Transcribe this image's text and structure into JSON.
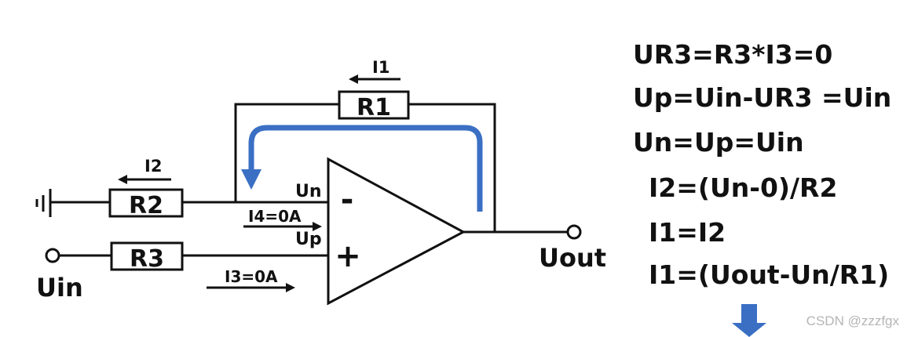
{
  "circuit": {
    "resistors": {
      "r1": "R1",
      "r2": "R2",
      "r3": "R3"
    },
    "currents": {
      "i1": "I1",
      "i2": "I2",
      "i3": "I3=0A",
      "i4": "I4=0A"
    },
    "nodes": {
      "un": "Un",
      "up": "Up",
      "uin": "Uin",
      "uout": "Uout"
    },
    "opamp": {
      "minus": "-",
      "plus": "+"
    },
    "colors": {
      "feedback_arrow": "#3a6fc4",
      "down_arrow": "#3a6fc4",
      "wire": "#111111"
    },
    "icons": {
      "ground": "ground-icon",
      "feedback": "feedback-arrow-icon",
      "result": "down-arrow-icon"
    }
  },
  "equations": [
    "UR3=R3*I3=0",
    "Up=Uin-UR3 =Uin",
    "Un=Up=Uin",
    "I2=(Un-0)/R2",
    "I1=I2",
    "I1=(Uout-Un/R1)"
  ],
  "watermark": "CSDN @zzzfgx"
}
